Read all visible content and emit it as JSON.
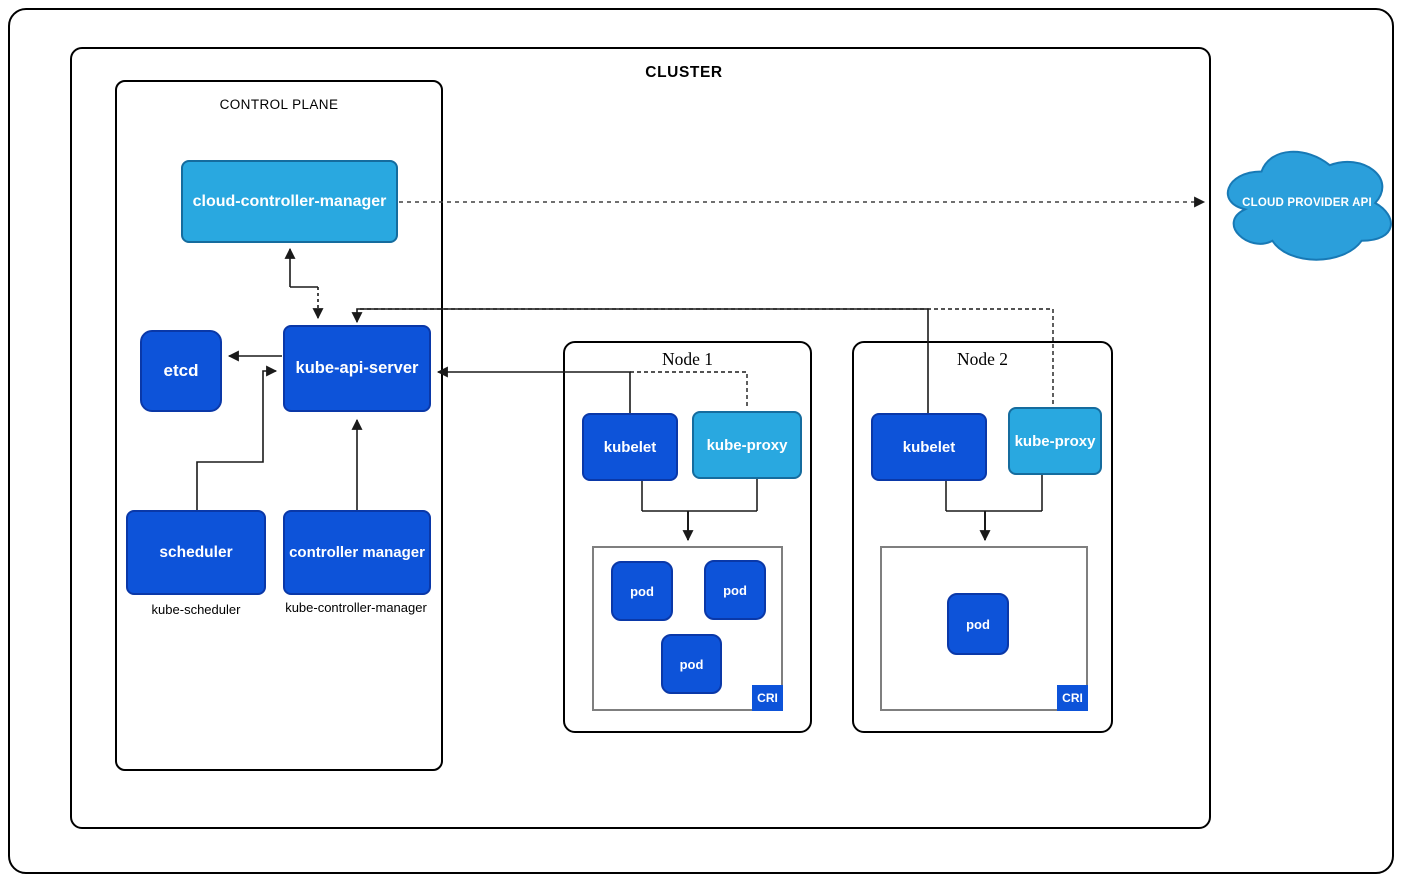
{
  "diagram": {
    "cluster_label": "CLUSTER",
    "control_plane": {
      "label": "CONTROL PLANE",
      "cloud_controller_manager": "cloud-controller-manager",
      "etcd": "etcd",
      "api_server": "kube-api-server",
      "scheduler": "scheduler",
      "scheduler_caption": "kube-scheduler",
      "controller_manager": "controller manager",
      "controller_manager_caption": "kube-controller-manager"
    },
    "nodes": [
      {
        "title": "Node 1",
        "kubelet": "kubelet",
        "kube_proxy": "kube-proxy",
        "cri": "CRI",
        "pods": [
          "pod",
          "pod",
          "pod"
        ]
      },
      {
        "title": "Node 2",
        "kubelet": "kubelet",
        "kube_proxy": "kube-proxy",
        "cri": "CRI",
        "pods": [
          "pod"
        ]
      }
    ],
    "cloud_api_label": "CLOUD PROVIDER API",
    "colors": {
      "dark_blue": "#0d53d9",
      "dark_blue_border": "#0a38a8",
      "light_blue": "#29a8e0",
      "light_blue_border": "#156c9e",
      "cloud_fill": "#2b9fdb",
      "cloud_border": "#1879b5"
    }
  }
}
